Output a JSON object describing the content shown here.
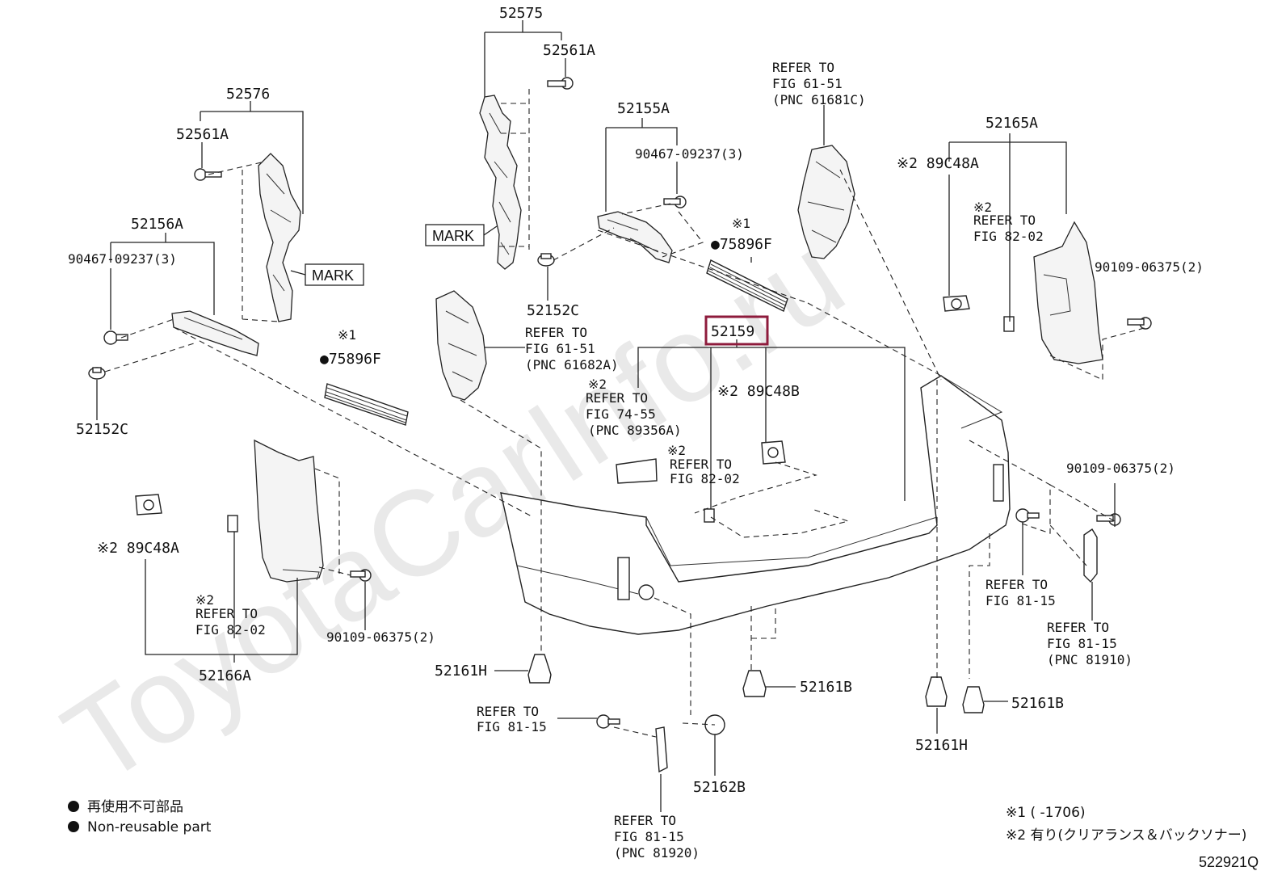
{
  "colors": {
    "highlight": "#8e1b3c",
    "watermark": "#e9e9e9",
    "ink": "#111111"
  },
  "watermark": "ToyotaCarInfo.ru",
  "figure_code": "522921Q",
  "labels": {
    "p52575": "52575",
    "p52561A_top": "52561A",
    "p52576": "52576",
    "p52561A_left": "52561A",
    "p52155A": "52155A",
    "p90467_mid": "90467-09237(3)",
    "p52156A": "52156A",
    "p90467_left": "90467-09237(3)",
    "mark_top": "MARK",
    "mark_left": "MARK",
    "p52152C_mid": "52152C",
    "p52152C_left": "52152C",
    "note1_mid": "※1",
    "p75896F_mid": "●75896F",
    "note1_left": "※1",
    "p75896F_left": "●75896F",
    "refer_61682A": [
      "REFER TO",
      "FIG 61-51",
      "(PNC 61682A)"
    ],
    "refer_61681C": [
      "REFER TO",
      "FIG 61-51",
      "(PNC 61681C)"
    ],
    "p52165A": "52165A",
    "p89C48A_right": "※2 89C48A",
    "refer_82_02_right": [
      "※2",
      "REFER TO",
      "FIG 82-02"
    ],
    "p90109_right_top": "90109-06375(2)",
    "p52159": "52159",
    "refer_74_55": [
      "※2",
      "REFER TO",
      "FIG 74-55",
      "(PNC 89356A)"
    ],
    "p89C48B": "※2 89C48B",
    "refer_82_02_mid": [
      "※2",
      "REFER TO",
      "FIG 82-02"
    ],
    "p90109_right_mid": "90109-06375(2)",
    "refer_81_15_right": [
      "REFER TO",
      "FIG 81-15"
    ],
    "refer_81910": [
      "REFER TO",
      "FIG 81-15",
      "(PNC 81910)"
    ],
    "p89C48A_left": "※2 89C48A",
    "refer_82_02_left": [
      "※2",
      "REFER TO",
      "FIG 82-02"
    ],
    "p90109_left": "90109-06375(2)",
    "p52166A": "52166A",
    "p52161H_left": "52161H",
    "p52161B_mid": "52161B",
    "p52161H_right": "52161H",
    "p52161B_right": "52161B",
    "refer_81_15_bottom": [
      "REFER TO",
      "FIG 81-15"
    ],
    "p52162B": "52162B",
    "refer_81920": [
      "REFER TO",
      "FIG 81-15",
      "(PNC 81920)"
    ]
  },
  "legend": {
    "jp": "再使用不可部品",
    "en": "Non-reusable part",
    "note1": "※1 (    -1706)",
    "note2": "※2 有り(クリアランス＆バックソナー)"
  }
}
